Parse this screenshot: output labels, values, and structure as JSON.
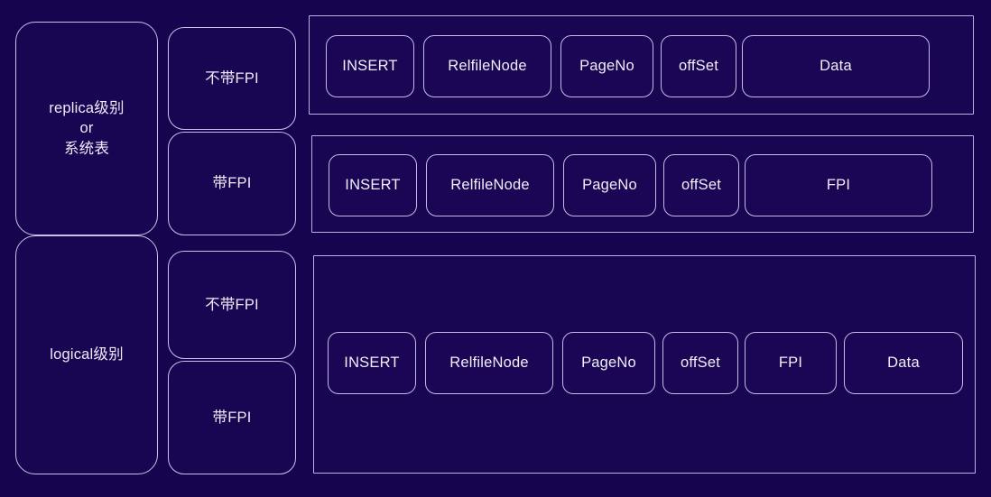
{
  "background_color": "#15044e",
  "border_color": "#c8c2e8",
  "text_color": "#eceaf7",
  "levels": [
    {
      "id": "replica-level",
      "label": "replica级别\nor\n系统表"
    },
    {
      "id": "logical-level",
      "label": "logical级别"
    }
  ],
  "variants": [
    {
      "id": "replica-without-fpi",
      "label": "不带FPI"
    },
    {
      "id": "replica-with-fpi",
      "label": "带FPI"
    },
    {
      "id": "logical-without-fpi",
      "label": "不带FPI"
    },
    {
      "id": "logical-with-fpi",
      "label": "带FPI"
    }
  ],
  "records": [
    {
      "id": "record-replica-without-fpi",
      "fields": [
        "INSERT",
        "RelfileNode",
        "PageNo",
        "offSet",
        "Data"
      ]
    },
    {
      "id": "record-replica-with-fpi",
      "fields": [
        "INSERT",
        "RelfileNode",
        "PageNo",
        "offSet",
        "FPI"
      ]
    },
    {
      "id": "record-logical",
      "fields": [
        "INSERT",
        "RelfileNode",
        "PageNo",
        "offSet",
        "FPI",
        "Data"
      ]
    }
  ]
}
